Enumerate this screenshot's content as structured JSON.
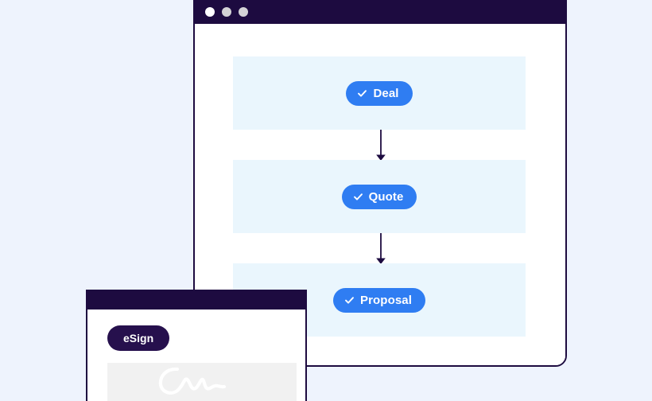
{
  "page": {
    "background_color": "#eef3fd",
    "title": "Deal to eSign workflow illustration"
  },
  "back_window": {
    "name": "workflow-window",
    "titlebar": {
      "color": "#1d0b40",
      "dots": [
        {
          "name": "window-dot-close",
          "color": "#ffffff"
        },
        {
          "name": "window-dot-minimize",
          "color": "#d4d3d6"
        },
        {
          "name": "window-dot-maximize",
          "color": "#d4d3d6"
        }
      ]
    },
    "border_color": "#1d0b40",
    "body_color": "#ffffff",
    "flow": {
      "row_background": "#eaf6fd",
      "badge_color": "#2f7df2",
      "badge_text_color": "#ffffff",
      "arrow_color": "#1d0b40",
      "steps": [
        {
          "label": "Deal",
          "icon": "check-icon"
        },
        {
          "label": "Quote",
          "icon": "check-icon"
        },
        {
          "label": "Proposal",
          "icon": "check-icon"
        }
      ]
    }
  },
  "front_window": {
    "name": "esign-window",
    "titlebar": {
      "color": "#1d0b40"
    },
    "border_color": "#1d0b40",
    "body_color": "#ffffff",
    "badge": {
      "label": "eSign",
      "color": "#26104d",
      "text_color": "#ffffff"
    },
    "signature_pad": {
      "name": "signature-pad",
      "background": "#f1f1f1",
      "stroke_color": "#ffffff"
    }
  }
}
